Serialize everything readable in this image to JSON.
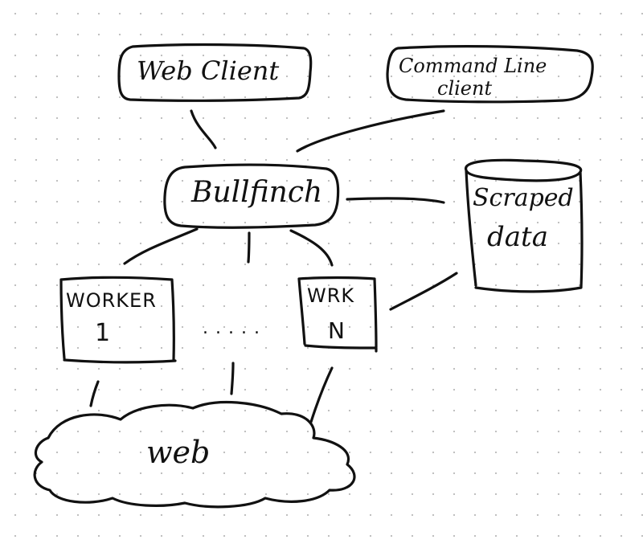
{
  "nodes": {
    "web_client": "Web Client",
    "command_line_client": {
      "line1": "Command Line",
      "line2": "client"
    },
    "bullfinch": "Bullfinch",
    "scraped_data": {
      "line1": "Scraped",
      "line2": "data"
    },
    "worker_1": {
      "line1": "WORKER",
      "line2": "1"
    },
    "worker_n": {
      "line1": "WRK",
      "line2": "N"
    },
    "ellipsis": ". . . . .",
    "web": "web"
  }
}
